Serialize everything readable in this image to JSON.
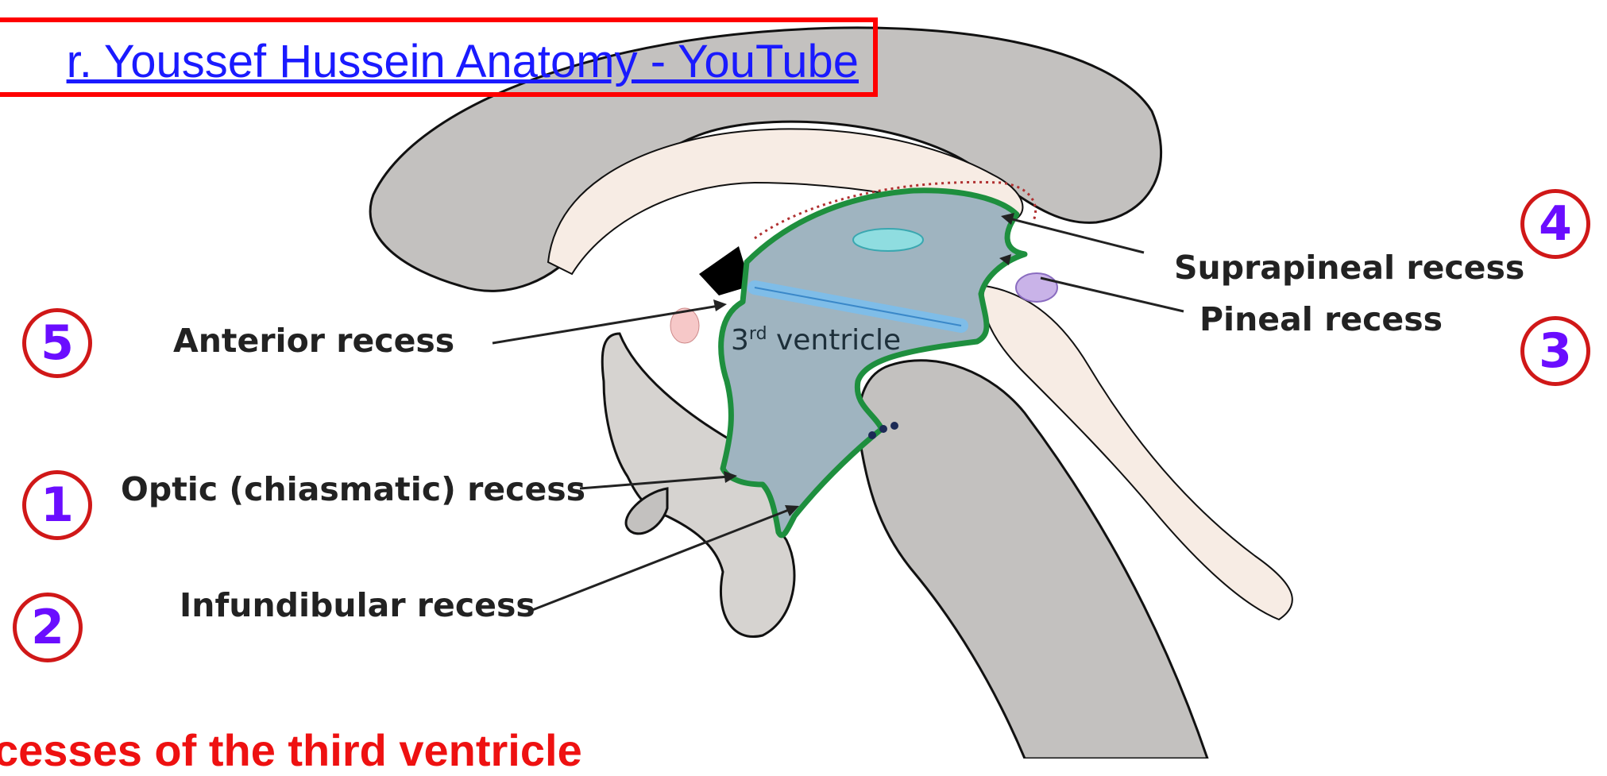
{
  "link": {
    "text": "r. Youssef Hussein Anatomy - YouTube"
  },
  "labels": {
    "anterior": "Anterior recess",
    "optic": "Optic (chiasmatic) recess",
    "infundibular": "Infundibular recess",
    "suprapineal": "Suprapineal recess",
    "pineal": "Pineal recess"
  },
  "badges": {
    "anterior": "5",
    "optic": "1",
    "infundibular": "2",
    "suprapineal": "4",
    "pineal": "3"
  },
  "ventricle": {
    "prefix": "3",
    "sup": "rd",
    "suffix": " ventricle"
  },
  "caption": "cesses of the third ventricle",
  "colors": {
    "badge_border": "#d01818",
    "badge_text": "#6a0dff",
    "link": "#1a1aff",
    "link_border": "#ff0000",
    "caption": "#ee1111",
    "ventricle_outline": "#1e8f3e",
    "ventricle_fill": "#9fb4c0",
    "brain_gray": "#c3c1bf"
  }
}
